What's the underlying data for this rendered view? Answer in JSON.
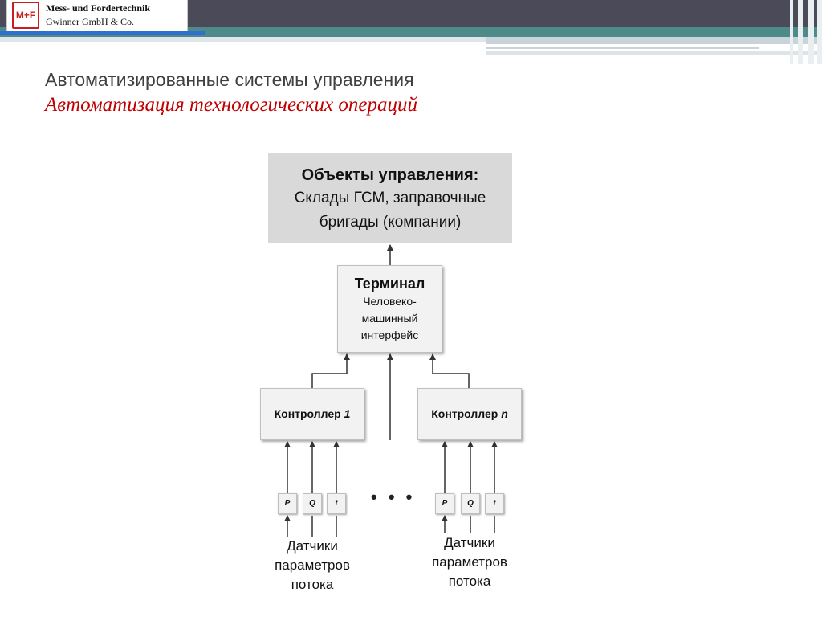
{
  "header": {
    "logo_mark": "M+F",
    "company_line1": "Mess- und Fordertechnik",
    "company_line2": "Gwinner GmbH & Co.",
    "colors": {
      "dark_band": "#4a4a58",
      "teal_band": "#4f8a8b",
      "light_band": "#c9d3da"
    }
  },
  "title": "Автоматизированные системы управления",
  "subtitle": "Автоматизация технологических операций",
  "diagram": {
    "objects_box": {
      "heading": "Объекты управления:",
      "line1": "Склады ГСМ, заправочные",
      "line2": "бригады (компании)"
    },
    "terminal_box": {
      "heading": "Терминал",
      "line1": "Человеко-",
      "line2": "машинный",
      "line3": "интерфейс"
    },
    "controller1": {
      "label": "Контроллер",
      "index": "1"
    },
    "controllern": {
      "label": "Контроллер",
      "index": "n"
    },
    "sensors_left": [
      "P",
      "Q",
      "t"
    ],
    "sensors_right": [
      "P",
      "Q",
      "t"
    ],
    "ellipsis": "• • •",
    "sensor_caption": {
      "line1": "Датчики",
      "line2": "параметров",
      "line3": "потока"
    }
  }
}
